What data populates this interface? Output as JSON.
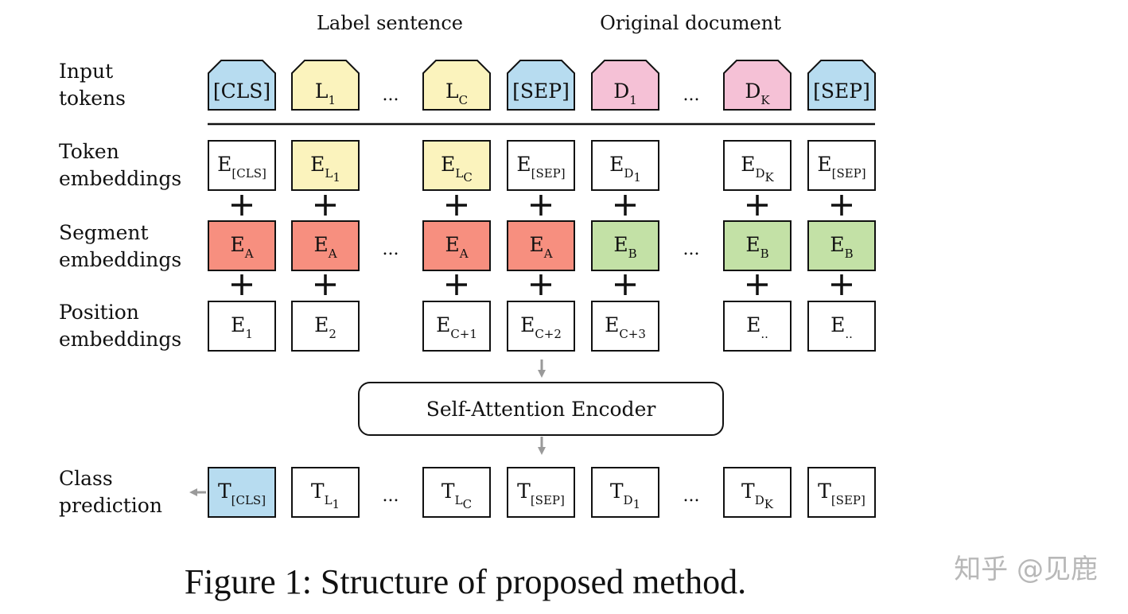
{
  "headers": {
    "label_sentence": "Label sentence",
    "original_document": "Original document"
  },
  "row_labels": {
    "input": [
      "Input",
      "tokens"
    ],
    "token": [
      "Token",
      "embeddings"
    ],
    "segment": [
      "Segment",
      "embeddings"
    ],
    "position": [
      "Position",
      "embeddings"
    ],
    "class": [
      "Class",
      "prediction"
    ]
  },
  "colors": {
    "cls_sep": "#b7dcf0",
    "label": "#fbf3bd",
    "doc": "#f5c1d6",
    "segment_a": "#f78f7f",
    "segment_b": "#c3e1a6",
    "plain": "#ffffff",
    "arrow": "#9a9a9a"
  },
  "ellipsis": "...",
  "columns": [
    {
      "group": "cls",
      "input": {
        "main": "[CLS]",
        "sub": ""
      },
      "token": {
        "main": "E",
        "sub": "[CLS]",
        "subsub": ""
      },
      "segment": {
        "main": "E",
        "sub": "A"
      },
      "position": {
        "main": "E",
        "sub": "1"
      },
      "output": {
        "main": "T",
        "sub": "[CLS]",
        "subsub": ""
      }
    },
    {
      "group": "label",
      "input": {
        "main": "L",
        "sub": "1"
      },
      "token": {
        "main": "E",
        "sub": "L",
        "subsub": "1"
      },
      "segment": {
        "main": "E",
        "sub": "A"
      },
      "position": {
        "main": "E",
        "sub": "2"
      },
      "output": {
        "main": "T",
        "sub": "L",
        "subsub": "1"
      }
    },
    {
      "group": "label",
      "input": {
        "main": "L",
        "sub": "C"
      },
      "token": {
        "main": "E",
        "sub": "L",
        "subsub": "C"
      },
      "segment": {
        "main": "E",
        "sub": "A"
      },
      "position": {
        "main": "E",
        "sub": "C+1"
      },
      "output": {
        "main": "T",
        "sub": "L",
        "subsub": "C"
      }
    },
    {
      "group": "sep",
      "input": {
        "main": "[SEP]",
        "sub": ""
      },
      "token": {
        "main": "E",
        "sub": "[SEP]",
        "subsub": ""
      },
      "segment": {
        "main": "E",
        "sub": "A"
      },
      "position": {
        "main": "E",
        "sub": "C+2"
      },
      "output": {
        "main": "T",
        "sub": "[SEP]",
        "subsub": ""
      }
    },
    {
      "group": "doc",
      "input": {
        "main": "D",
        "sub": "1"
      },
      "token": {
        "main": "E",
        "sub": "D",
        "subsub": "1"
      },
      "segment": {
        "main": "E",
        "sub": "B"
      },
      "position": {
        "main": "E",
        "sub": "C+3"
      },
      "output": {
        "main": "T",
        "sub": "D",
        "subsub": "1"
      }
    },
    {
      "group": "doc",
      "input": {
        "main": "D",
        "sub": "K"
      },
      "token": {
        "main": "E",
        "sub": "D",
        "subsub": "K"
      },
      "segment": {
        "main": "E",
        "sub": "B"
      },
      "position": {
        "main": "E",
        "sub": ".."
      },
      "output": {
        "main": "T",
        "sub": "D",
        "subsub": "K"
      }
    },
    {
      "group": "sep",
      "input": {
        "main": "[SEP]",
        "sub": ""
      },
      "token": {
        "main": "E",
        "sub": "[SEP]",
        "subsub": ""
      },
      "segment": {
        "main": "E",
        "sub": "B"
      },
      "position": {
        "main": "E",
        "sub": ".."
      },
      "output": {
        "main": "T",
        "sub": "[SEP]",
        "subsub": ""
      }
    }
  ],
  "encoder": {
    "label": "Self-Attention Encoder"
  },
  "caption": "Figure 1: Structure of proposed method.",
  "watermark": "知乎 @见鹿"
}
